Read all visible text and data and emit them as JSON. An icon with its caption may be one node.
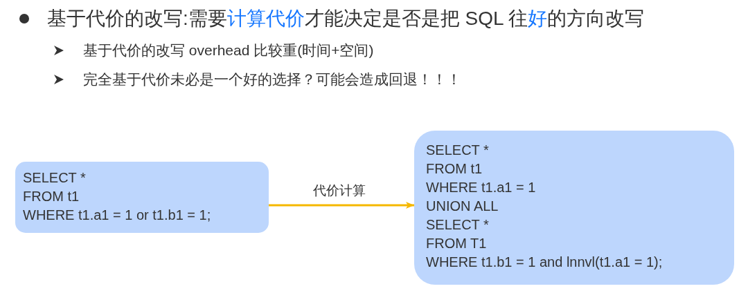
{
  "diagram": {
    "title": "基于代价的改写:需要**计算代价**才能决定是否是把 SQL 往**好**的方向改写",
    "nodes": [
      {
        "text": [
          "SELECT *",
          "FROM t1",
          "WHERE t1.a1 = 1 or t1.b1 = 1;"
        ]
      },
      {
        "text": [
          "SELECT *",
          "FROM t1",
          "WHERE t1.a1 = 1",
          "UNION ALL",
          "SELECT *",
          "FROM T1",
          "WHERE t1.b1 = 1 and lnnvl(t1.a1 = 1);"
        ]
      }
    ],
    "edges": [
      {
        "from": 0,
        "to": 1,
        "arrow": "to",
        "label": "代价计算",
        "color": "#f5b800"
      }
    ],
    "labels": [
      "基于代价的改写 overhead 比较重(时间+空间)",
      "完全基于代价未必是一个好的选择？可能会造成回退！！！"
    ]
  }
}
